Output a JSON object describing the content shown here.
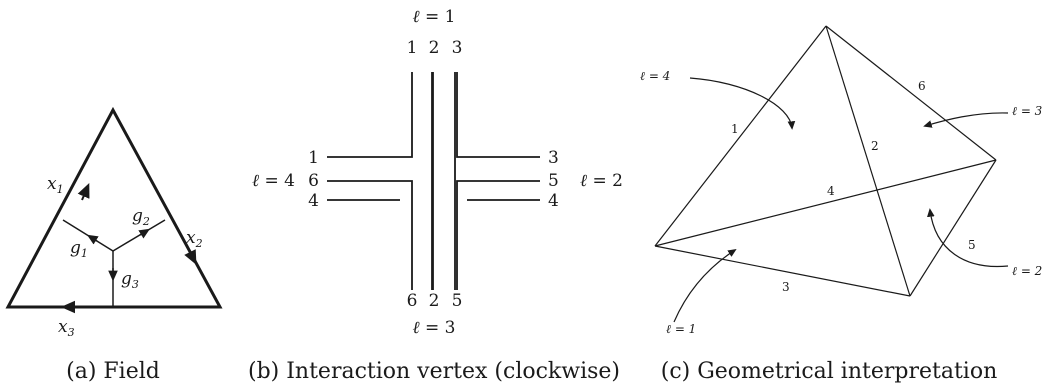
{
  "panel_a": {
    "caption": "(a) Field",
    "edge_labels": {
      "x1": "1",
      "x2": "2",
      "x3": "3"
    },
    "inner_labels": {
      "g1": "1",
      "g2": "2",
      "g3": "3"
    },
    "var_x": "x",
    "var_g": "g"
  },
  "panel_b": {
    "caption": "(b) Interaction vertex (clockwise)",
    "ell": "ℓ",
    "eq": " = ",
    "top": {
      "n": "1",
      "labels": [
        "1",
        "2",
        "3"
      ]
    },
    "bottom": {
      "n": "3",
      "labels": [
        "6",
        "2",
        "5"
      ]
    },
    "left": {
      "n": "4",
      "labels": [
        "1",
        "6",
        "4"
      ]
    },
    "right": {
      "n": "2",
      "labels": [
        "3",
        "5",
        "4"
      ]
    }
  },
  "panel_c": {
    "caption": "(c) Geometrical interpretation",
    "edges": [
      "1",
      "2",
      "3",
      "4",
      "5",
      "6"
    ],
    "faces": [
      "ℓ = 1",
      "ℓ = 2",
      "ℓ = 3",
      "ℓ = 4"
    ]
  }
}
